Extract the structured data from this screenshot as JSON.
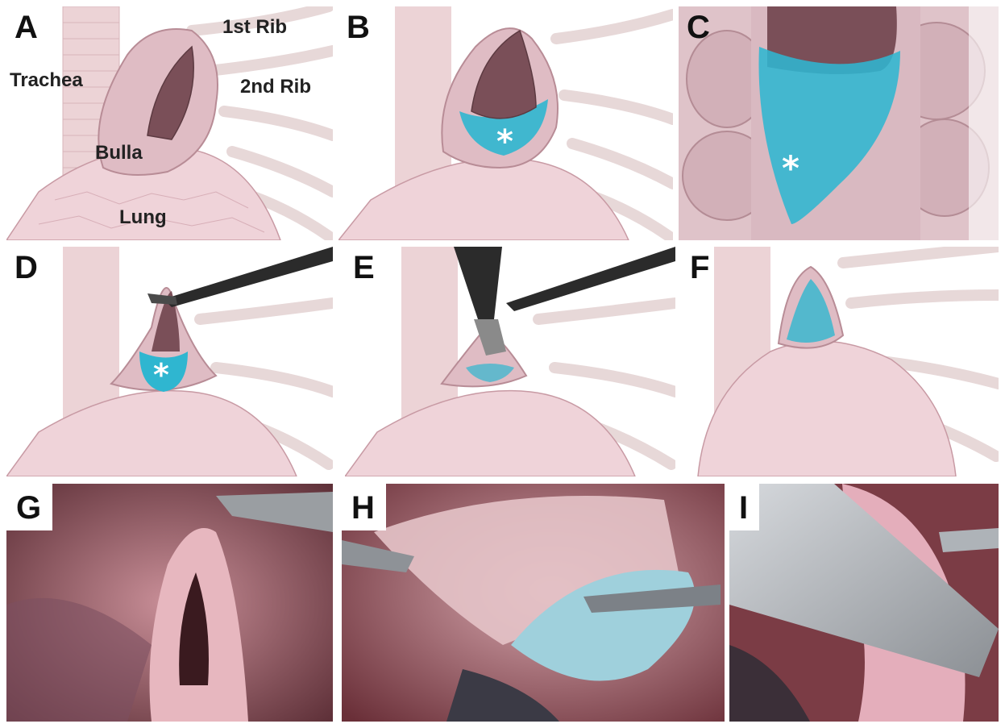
{
  "panels": {
    "a": {
      "label": "A"
    },
    "b": {
      "label": "B"
    },
    "c": {
      "label": "C"
    },
    "d": {
      "label": "D"
    },
    "e": {
      "label": "E"
    },
    "f": {
      "label": "F"
    },
    "g": {
      "label": "G"
    },
    "h": {
      "label": "H"
    },
    "i": {
      "label": "I"
    }
  },
  "annotations": {
    "first_rib": "1st Rib",
    "second_rib": "2nd Rib",
    "trachea": "Trachea",
    "bulla": "Bulla",
    "lung": "Lung"
  },
  "markers": {
    "asterisk": "*"
  },
  "colors": {
    "tissue_pink": "#e7c6cd",
    "lung_pink": "#efd3d9",
    "bulla_inside": "#7a4f58",
    "sealant_blue": "#2fb6d0",
    "instrument": "#2b2b2b",
    "surgical_red": "#8a3b44"
  },
  "icons": {
    "stapler": "endoscopic-stapler-icon",
    "grasper": "grasper-icon"
  }
}
